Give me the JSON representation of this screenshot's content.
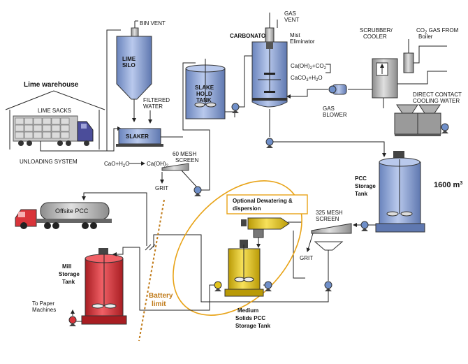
{
  "labels": {
    "lime_warehouse": "Lime warehouse",
    "lime_sacks": "LIME SACKS",
    "unloading_system": "UNLOADING SYSTEM",
    "bin_vent": "BIN VENT",
    "lime_silo_1": "LIME",
    "lime_silo_2": "SILO",
    "filtered_water_1": "FILTERED",
    "filtered_water_2": "WATER",
    "slaker": "SLAKER",
    "mesh60_1": "60 MESH",
    "mesh60_2": "SCREEN",
    "reaction_cao": "CaO+H",
    "reaction_cao_sub": "2",
    "reaction_cao_tail": "O",
    "reaction_caoh2": "Ca(OH)",
    "reaction_caoh2_sub": "2",
    "grit_left": "GRIT",
    "slake_hold_1": "SLAKE",
    "slake_hold_2": "HOLD",
    "slake_hold_3": "TANK",
    "carbonator": "CARBONATOR",
    "gas_vent_1": "GAS",
    "gas_vent_2": "VENT",
    "mist_1": "Mist",
    "mist_2": "Eliminator",
    "rx1": "Ca(OH)",
    "rx1_sub": "2",
    "rx1_tail": "+CO",
    "rx1_sub2": "2",
    "rx2": "CaCO",
    "rx2_sub": "3",
    "rx2_tail": "+H",
    "rx2_sub2": "2",
    "rx2_end": "O",
    "gas_blower_1": "GAS",
    "gas_blower_2": "BLOWER",
    "scrubber_1": "SCRUBBER/",
    "scrubber_2": "COOLER",
    "co2_1a": "CO",
    "co2_1sub": "2",
    "co2_1b": " GAS FROM",
    "co2_2": "Boiler",
    "direct_contact_1": "DIRECT CONTACT",
    "direct_contact_2": "COOLING WATER",
    "pcc_1": "PCC",
    "pcc_2": "Storage",
    "pcc_3": "Tank",
    "volume": "1600 m",
    "volume_sup": "3",
    "offsite_pcc": "Offsite PCC",
    "optional_1": "Optional Dewatering &",
    "optional_2": "dispersion",
    "mesh325_1": "325 MESH",
    "mesh325_2": "SCREEN",
    "grit_right": "GRIT",
    "mill_1": "Mill",
    "mill_2": "Storage",
    "mill_3": "Tank",
    "battery_1": "Battery",
    "battery_2": "limit",
    "paper_1": "To Paper",
    "paper_2": "Machines",
    "medium_1": "Medium",
    "medium_2": "Solids PCC",
    "medium_3": "Storage Tank"
  },
  "colors": {
    "tank_blue": "#8fa6d6",
    "tank_red": "#d9343a",
    "tank_yellow": "#e3c41c",
    "ellipse": "#e8a317",
    "battery": "#c07a18",
    "gray": "#b8b8b8",
    "pump_blue": "#6f8fc9"
  }
}
